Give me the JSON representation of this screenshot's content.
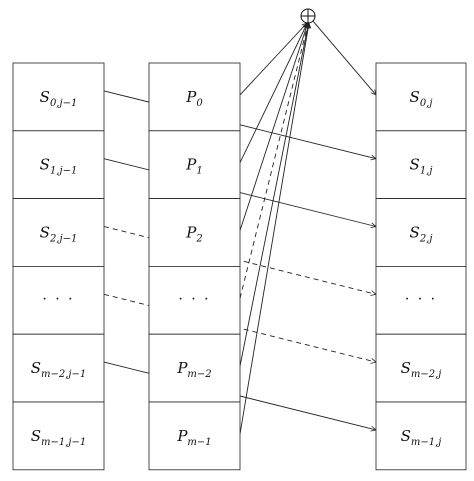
{
  "columns": {
    "S_prev": [
      {
        "base": "S",
        "sub": "0,j−1"
      },
      {
        "base": "S",
        "sub": "1,j−1"
      },
      {
        "base": "S",
        "sub": "2,j−1"
      },
      {
        "ellipsis": "· · ·"
      },
      {
        "base": "S",
        "sub": "m−2,j−1"
      },
      {
        "base": "S",
        "sub": "m−1,j−1"
      }
    ],
    "P": [
      {
        "base": "P",
        "sub": "0"
      },
      {
        "base": "P",
        "sub": "1"
      },
      {
        "base": "P",
        "sub": "2"
      },
      {
        "ellipsis": "· · ·"
      },
      {
        "base": "P",
        "sub": "m−2"
      },
      {
        "base": "P",
        "sub": "m−1"
      }
    ],
    "S_next": [
      {
        "base": "S",
        "sub": "0,j"
      },
      {
        "base": "S",
        "sub": "1,j"
      },
      {
        "base": "S",
        "sub": "2,j"
      },
      {
        "ellipsis": "· · ·"
      },
      {
        "base": "S",
        "sub": "m−2,j"
      },
      {
        "base": "S",
        "sub": "m−1,j"
      }
    ]
  },
  "xor_symbol": "xor-operator",
  "shift_edges": [
    {
      "from": 0,
      "to": 1,
      "style": "solid"
    },
    {
      "from": 1,
      "to": 2,
      "style": "solid"
    },
    {
      "from": 2,
      "to": 3,
      "style": "dashed"
    },
    {
      "from": 3,
      "to": 4,
      "style": "dashed"
    },
    {
      "from": 4,
      "to": 5,
      "style": "solid"
    }
  ],
  "xor_inputs": [
    {
      "from": 0,
      "style": "solid"
    },
    {
      "from": 1,
      "style": "solid"
    },
    {
      "from": 2,
      "style": "solid"
    },
    {
      "from": 3,
      "style": "dashed"
    },
    {
      "from": 4,
      "style": "solid"
    },
    {
      "from": 5,
      "style": "solid"
    }
  ],
  "xor_output_to": 0
}
